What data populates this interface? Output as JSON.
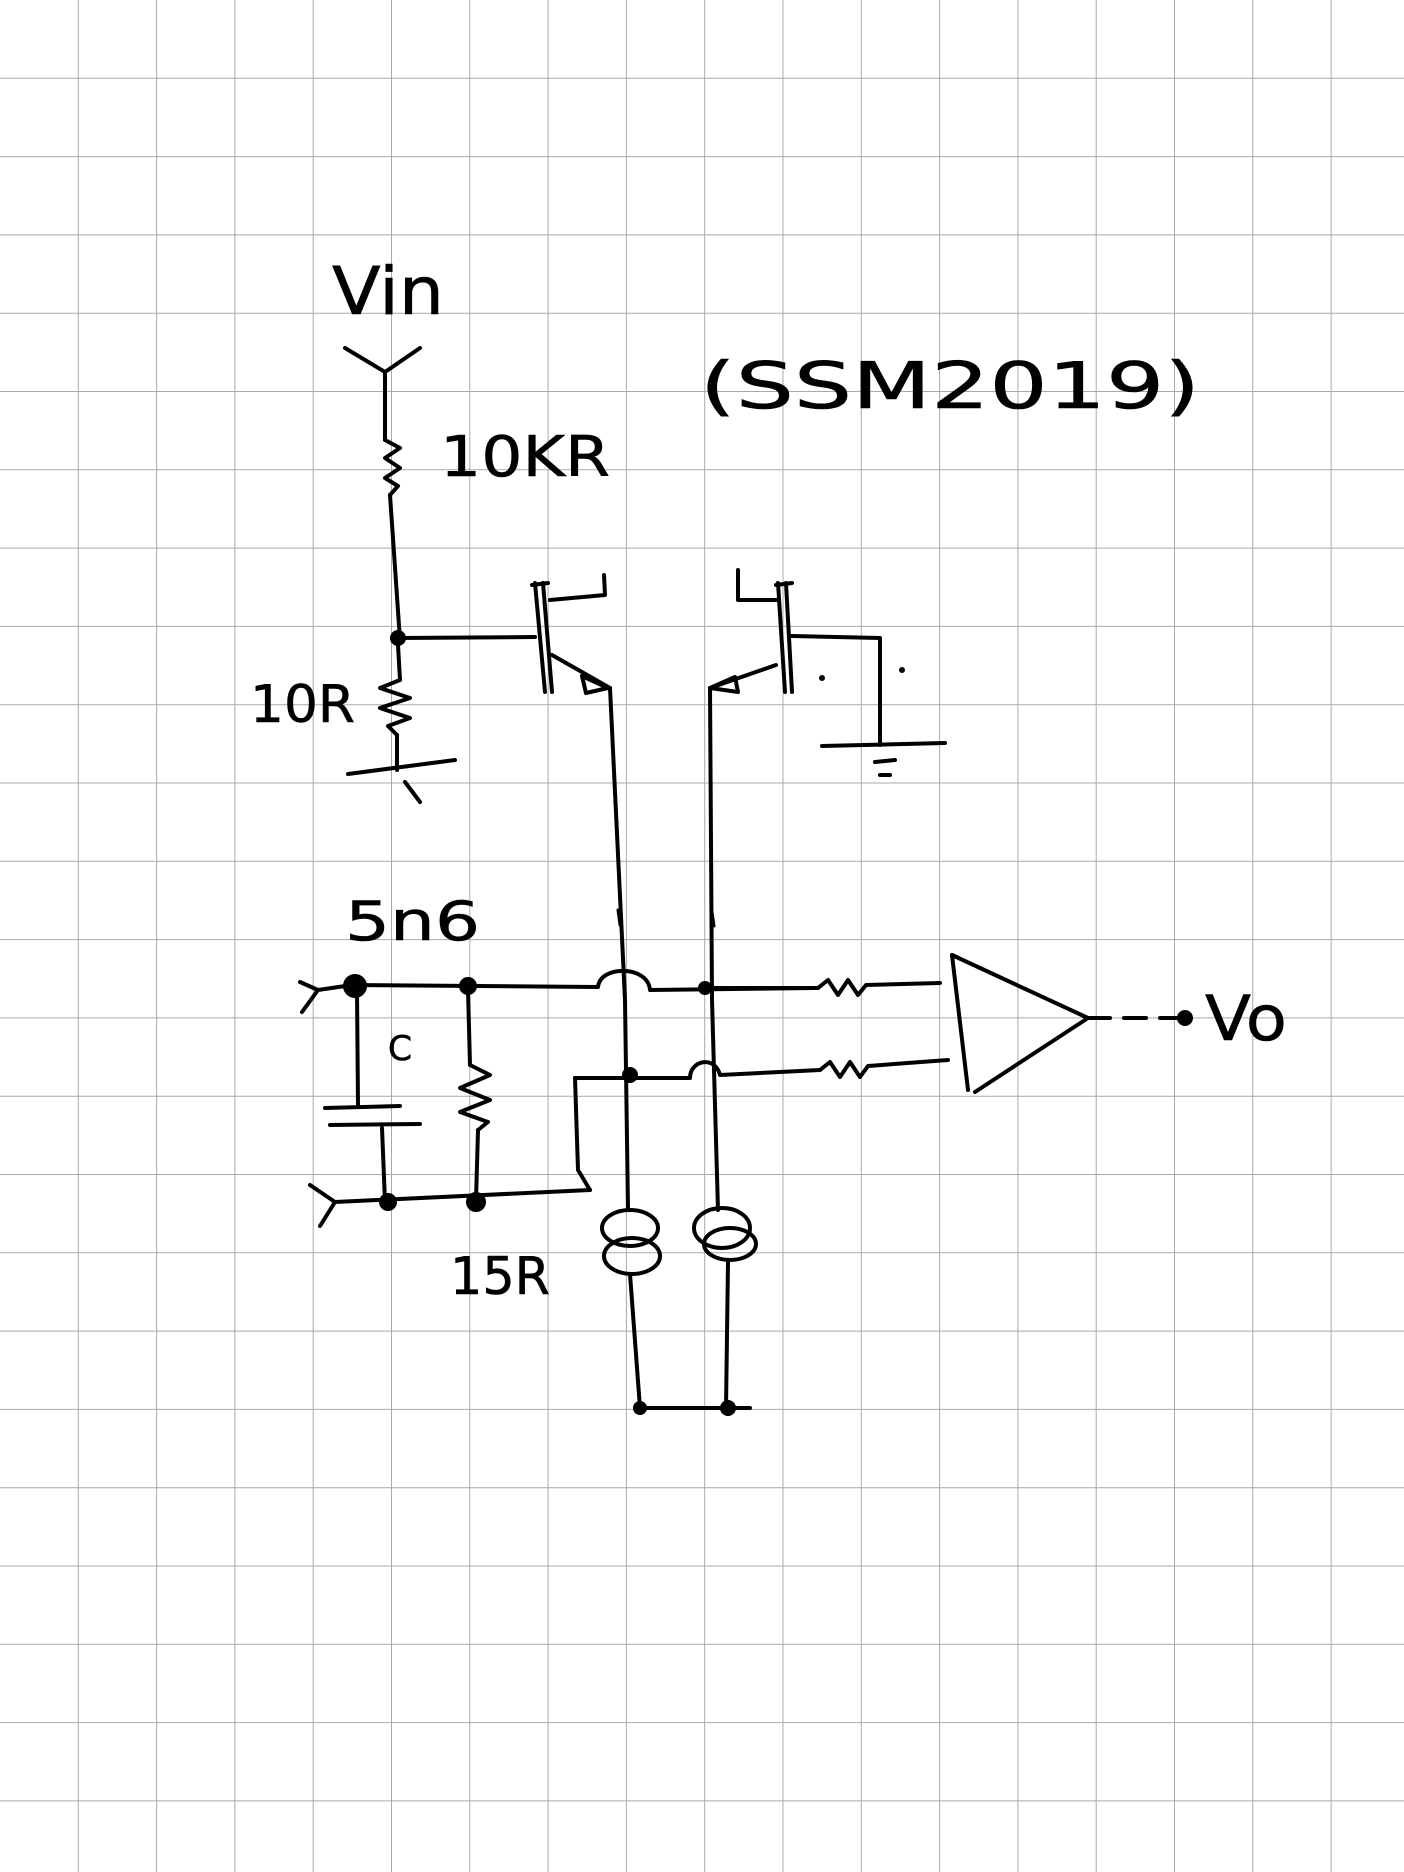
{
  "sheet": {
    "paper": "grid",
    "ink_color": "#000000",
    "grid_color": "#a9a9a9"
  },
  "labels": {
    "part": "(SSM2019)",
    "input": "Vin",
    "r_series": "10KR",
    "r_shunt": "10R",
    "cap": "5n6",
    "cap_symbol": "C",
    "r_feedback": "15R",
    "output": "Vo"
  }
}
